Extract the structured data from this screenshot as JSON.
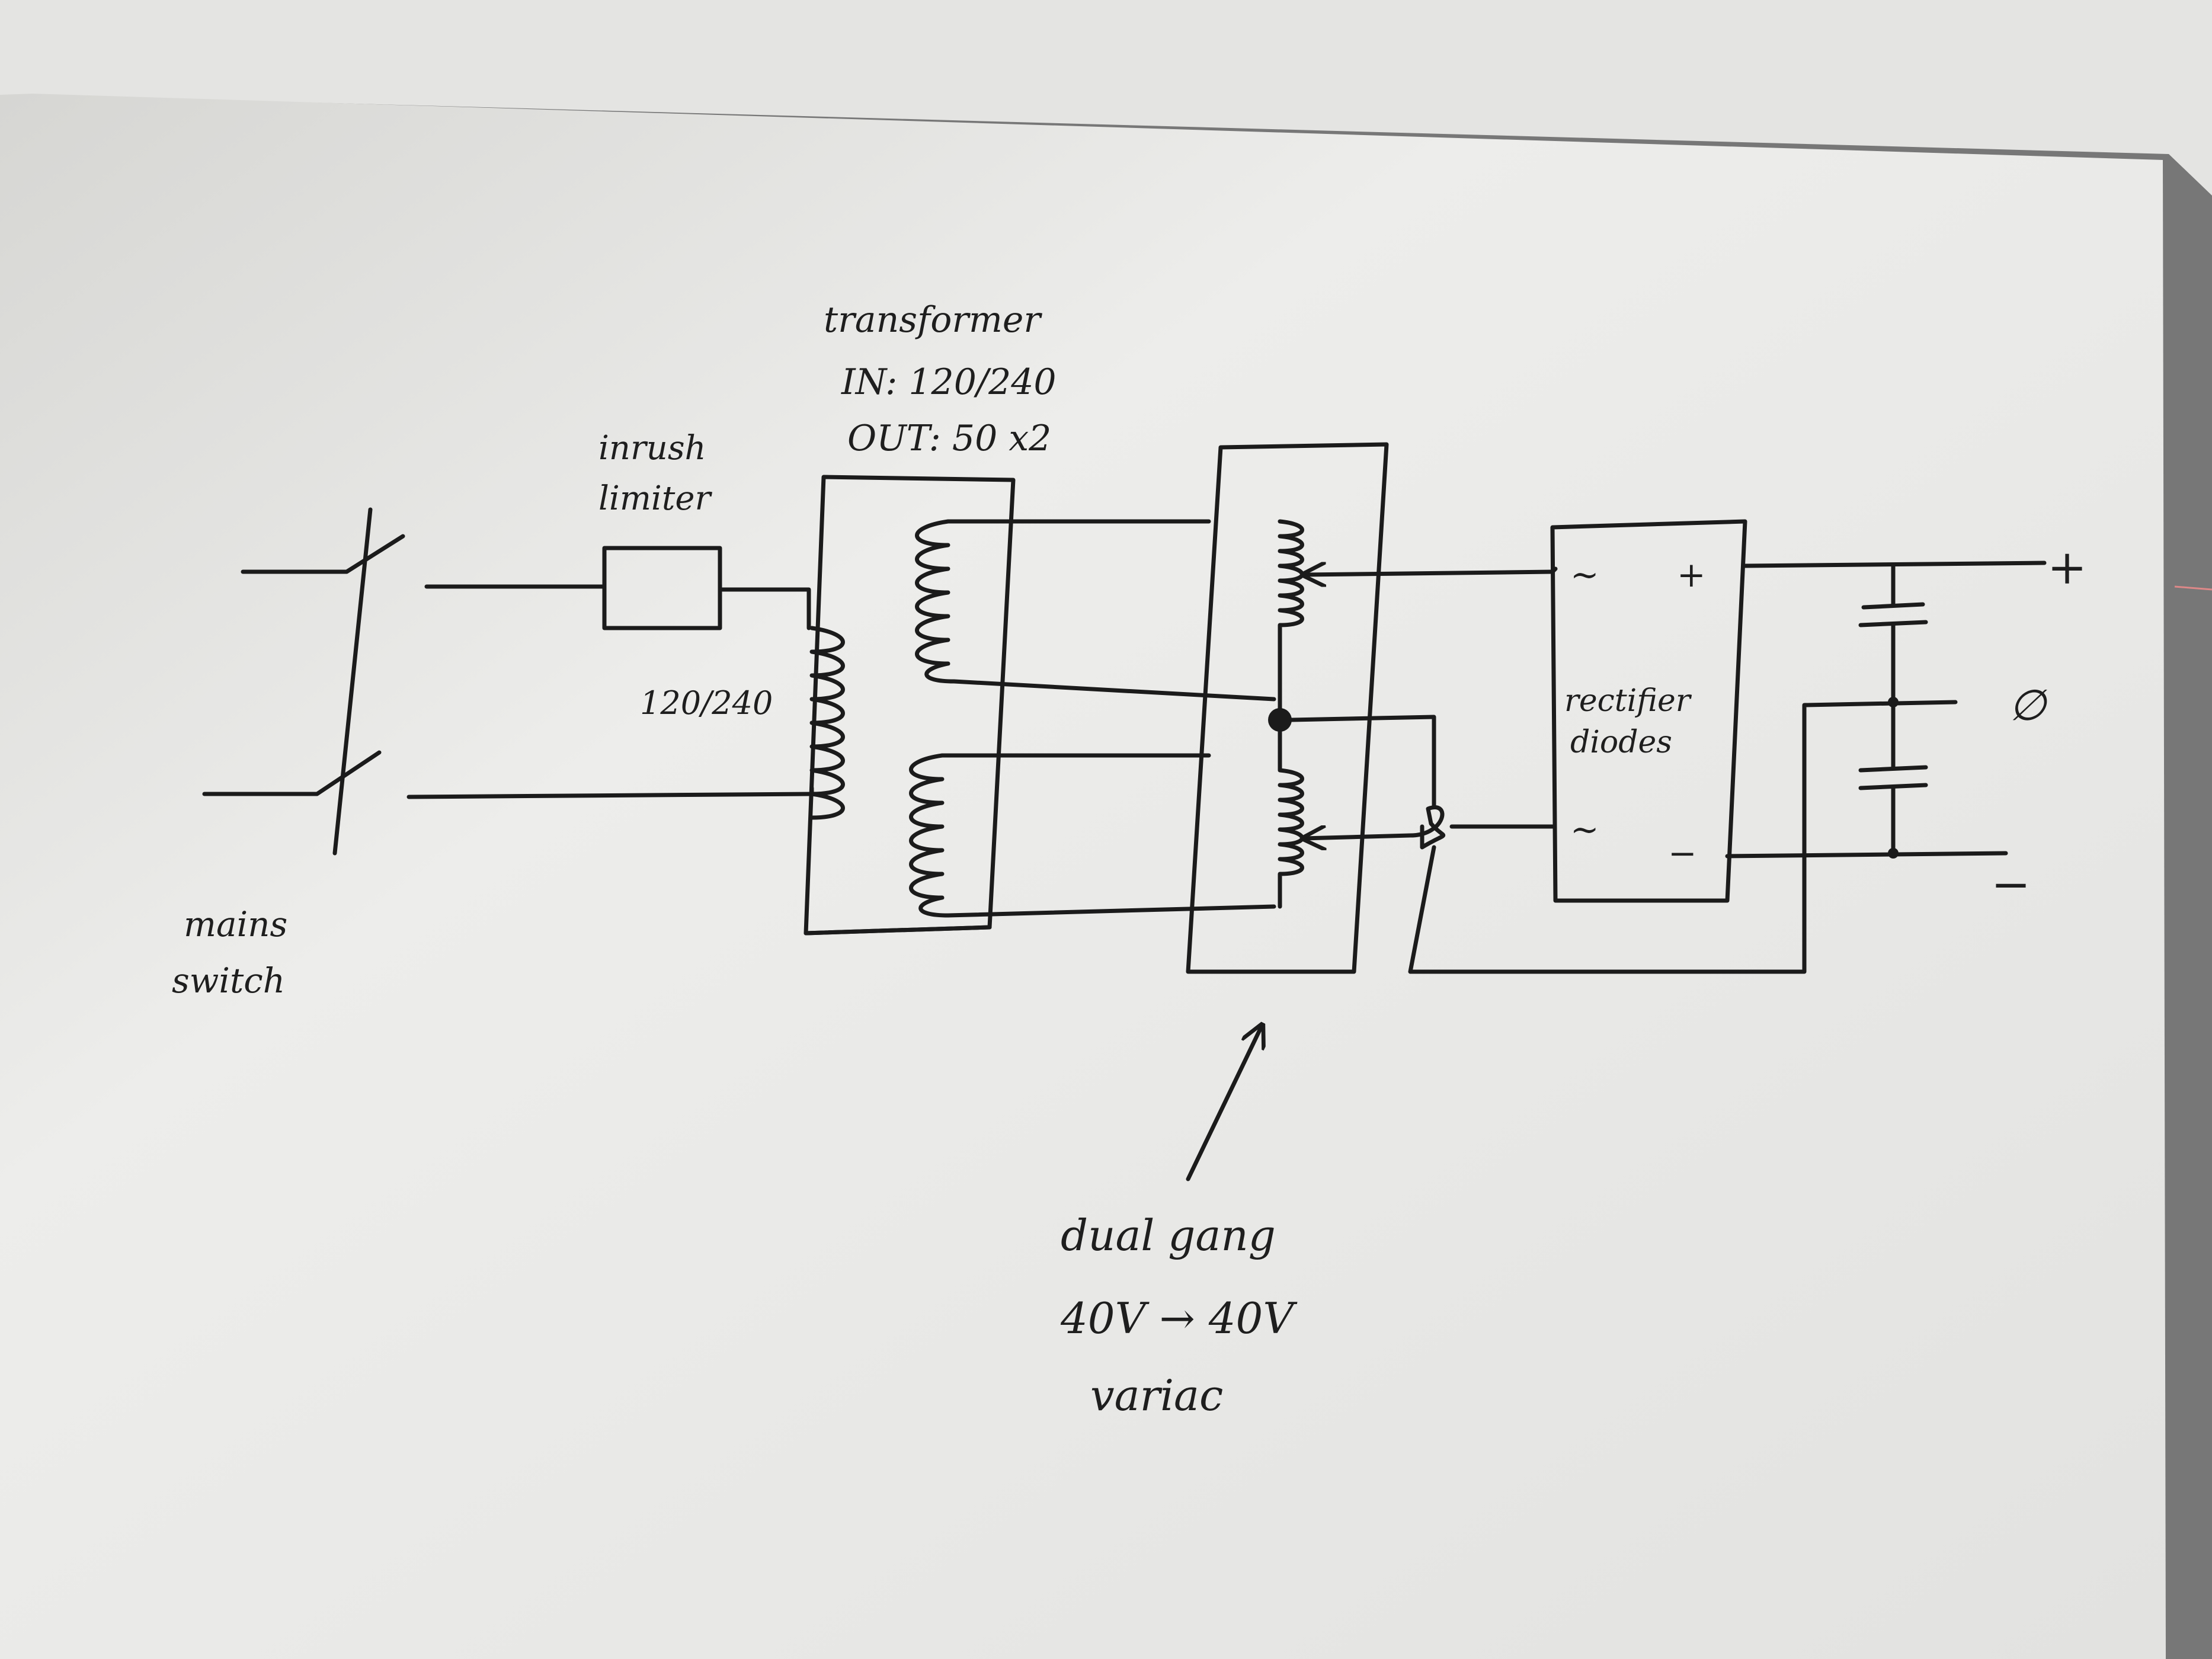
{
  "labels": {
    "mains_switch": [
      "mains",
      "switch"
    ],
    "inrush_limiter": [
      "inrush",
      "limiter"
    ],
    "transformer": [
      "transformer",
      "IN: 120/240",
      "OUT: 50 x2"
    ],
    "primary_voltage": "120/240",
    "rectifier": [
      "rectifier",
      "diodes"
    ],
    "rectifier_ac_top": "~",
    "rectifier_ac_bottom": "~",
    "rectifier_plus": "+",
    "rectifier_minus": "−",
    "output_plus": "+",
    "output_ground": "∅",
    "output_minus": "−",
    "variac": [
      "dual gang",
      "40V → 40V",
      "variac"
    ]
  },
  "colors": {
    "paper": "#f3f3f1",
    "ink": "#1b1b1b",
    "background": "#6f6f6f"
  }
}
